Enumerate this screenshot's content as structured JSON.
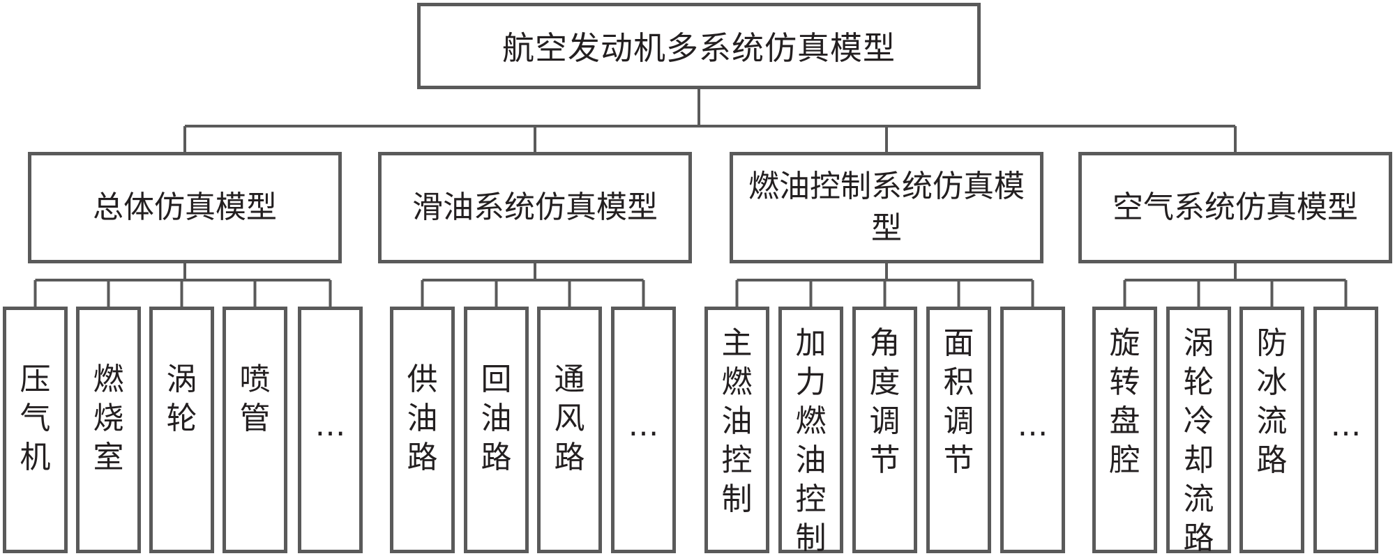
{
  "diagram": {
    "root": {
      "label": "航空发动机多系统仿真模型"
    },
    "categories": [
      {
        "label": "总体仿真模型",
        "children": [
          "压气机",
          "燃烧室",
          "涡轮",
          "喷管",
          "…"
        ]
      },
      {
        "label": "滑油系统仿真模型",
        "children": [
          "供油路",
          "回油路",
          "通风路",
          "…"
        ]
      },
      {
        "label": "燃油控制系统仿真模型",
        "children": [
          "主燃油控制",
          "加力燃油控制",
          "角度调节",
          "面积调节",
          "…"
        ]
      },
      {
        "label": "空气系统仿真模型",
        "children": [
          "旋转盘腔",
          "涡轮冷却流路",
          "防冰流路",
          "…"
        ]
      }
    ],
    "colors": {
      "stroke": "#5a5a5a",
      "text": "#231f20",
      "background": "#ffffff"
    }
  }
}
